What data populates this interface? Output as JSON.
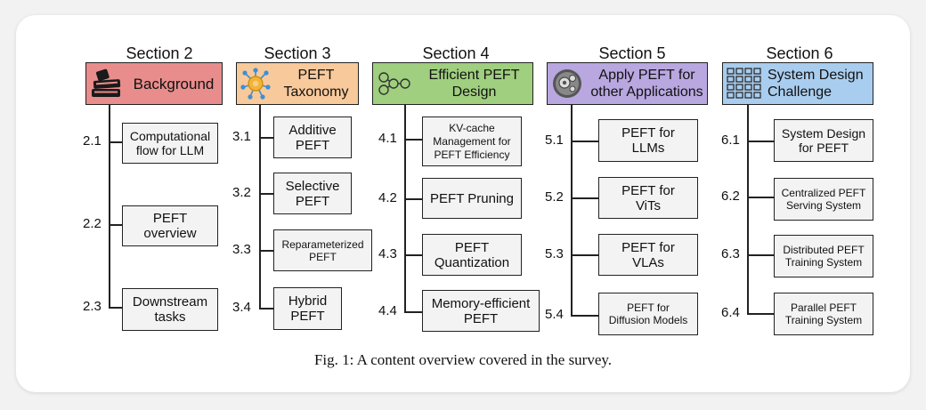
{
  "sections": [
    {
      "title": "Section 2",
      "header": "Background",
      "icon": "books-icon",
      "color": "#e88c8c",
      "items": [
        {
          "num": "2.1",
          "label": "Computational\nflow for LLM"
        },
        {
          "num": "2.2",
          "label": "PEFT\noverview"
        },
        {
          "num": "2.3",
          "label": "Downstream\ntasks"
        }
      ]
    },
    {
      "title": "Section 3",
      "header": "PEFT\nTaxonomy",
      "icon": "network-gear-icon",
      "color": "#f8c99a",
      "items": [
        {
          "num": "3.1",
          "label": "Additive\nPEFT"
        },
        {
          "num": "3.2",
          "label": "Selective\nPEFT"
        },
        {
          "num": "3.3",
          "label": "Reparameterized\nPEFT"
        },
        {
          "num": "3.4",
          "label": "Hybrid\nPEFT"
        }
      ]
    },
    {
      "title": "Section 4",
      "header": "Efficient PEFT\nDesign",
      "icon": "nodes-icon",
      "color": "#9fcf7f",
      "items": [
        {
          "num": "4.1",
          "label": "KV-cache\nManagement for\nPEFT Efficiency"
        },
        {
          "num": "4.2",
          "label": "PEFT Pruning"
        },
        {
          "num": "4.3",
          "label": "PEFT\nQuantization"
        },
        {
          "num": "4.4",
          "label": "Memory-efficient\nPEFT"
        }
      ]
    },
    {
      "title": "Section 5",
      "header": "Apply PEFT for\nother Applications",
      "icon": "gear-app-icon",
      "color": "#b9a7e0",
      "items": [
        {
          "num": "5.1",
          "label": "PEFT for\nLLMs"
        },
        {
          "num": "5.2",
          "label": "PEFT for\nViTs"
        },
        {
          "num": "5.3",
          "label": "PEFT for\nVLAs"
        },
        {
          "num": "5.4",
          "label": "PEFT for\nDiffusion Models"
        }
      ]
    },
    {
      "title": "Section 6",
      "header": "System Design\nChallenge",
      "icon": "grid-system-icon",
      "color": "#a9cdee",
      "items": [
        {
          "num": "6.1",
          "label": "System Design\nfor PEFT"
        },
        {
          "num": "6.2",
          "label": "Centralized PEFT\nServing System"
        },
        {
          "num": "6.3",
          "label": "Distributed PEFT\nTraining System"
        },
        {
          "num": "6.4",
          "label": "Parallel PEFT\nTraining System"
        }
      ]
    }
  ],
  "caption": "Fig. 1: A content overview covered in the survey."
}
